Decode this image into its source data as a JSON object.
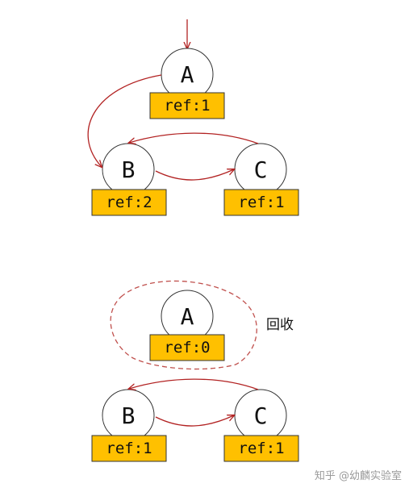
{
  "colors": {
    "arrow": "#b22222",
    "ref_box_fill": "#ffc000",
    "node_stroke": "#333333",
    "dashed_outline": "#c0504d"
  },
  "before": {
    "nodes": {
      "a": {
        "label": "A",
        "ref": "ref:1"
      },
      "b": {
        "label": "B",
        "ref": "ref:2"
      },
      "c": {
        "label": "C",
        "ref": "ref:1"
      }
    }
  },
  "after": {
    "nodes": {
      "a": {
        "label": "A",
        "ref": "ref:0"
      },
      "b": {
        "label": "B",
        "ref": "ref:1"
      },
      "c": {
        "label": "C",
        "ref": "ref:1"
      }
    },
    "collected_label": "回收"
  },
  "watermark": "知乎 @幼麟实验室"
}
